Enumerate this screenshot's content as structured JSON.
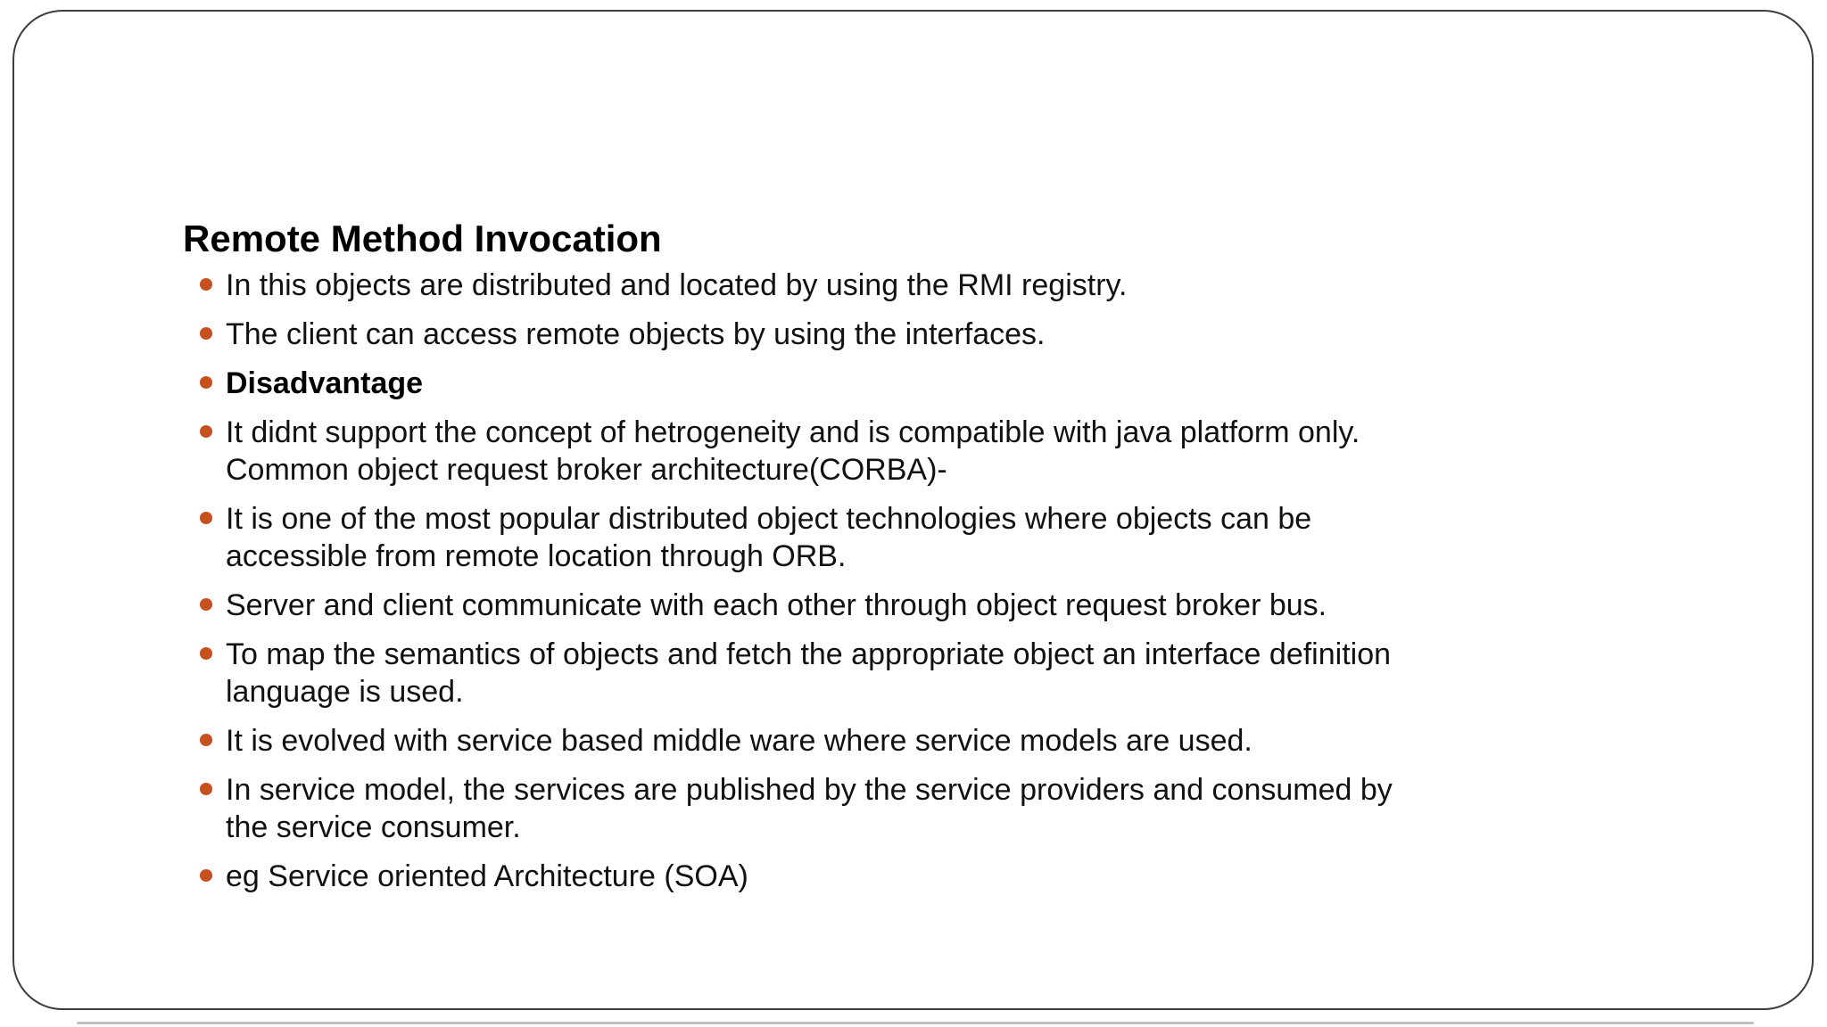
{
  "slide": {
    "title": "Remote Method Invocation",
    "bullets": [
      {
        "text": "In this objects are distributed and located by using the RMI registry."
      },
      {
        "text": "The client can access remote objects by using the interfaces."
      },
      {
        "text": "Disadvantage"
      },
      {
        "text": "It didnt support the concept of hetrogeneity and is compatible with java platform only.\nCommon object request broker architecture(CORBA)-"
      },
      {
        "text": "It is one of the most popular distributed object technologies where objects can be\naccessible from remote location through ORB."
      },
      {
        "text": "Server and client communicate with each other through object request broker bus."
      },
      {
        "text": "To map the semantics of objects and fetch the appropriate object an interface definition\nlanguage is used."
      },
      {
        "text": "It is evolved with service based middle ware where service models are used."
      },
      {
        "text": "In service model, the services are published by the service providers and consumed by\nthe service consumer."
      },
      {
        "text": "eg Service oriented Architecture (SOA)"
      }
    ],
    "colors": {
      "bullet": "#c8501e",
      "text": "#111111",
      "title": "#000000",
      "border": "#3e3e3e",
      "shadow": "#a9a9a9",
      "background": "#ffffff"
    }
  }
}
